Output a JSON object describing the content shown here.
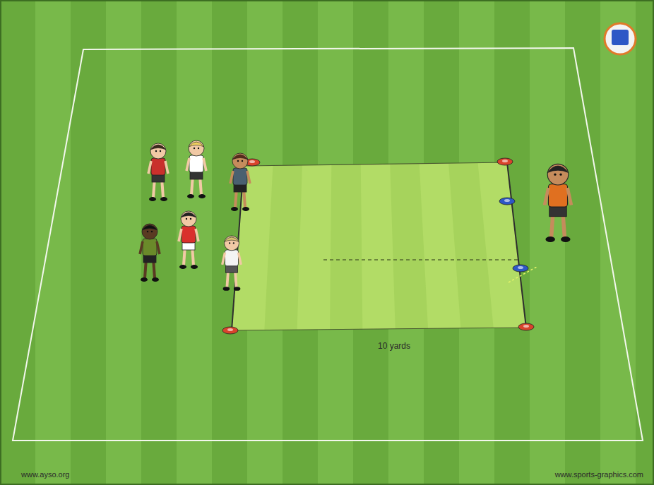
{
  "diagram": {
    "labels": [
      "10 yards",
      "www.ayso.org",
      "www.sports-graphics.com"
    ]
  }
}
